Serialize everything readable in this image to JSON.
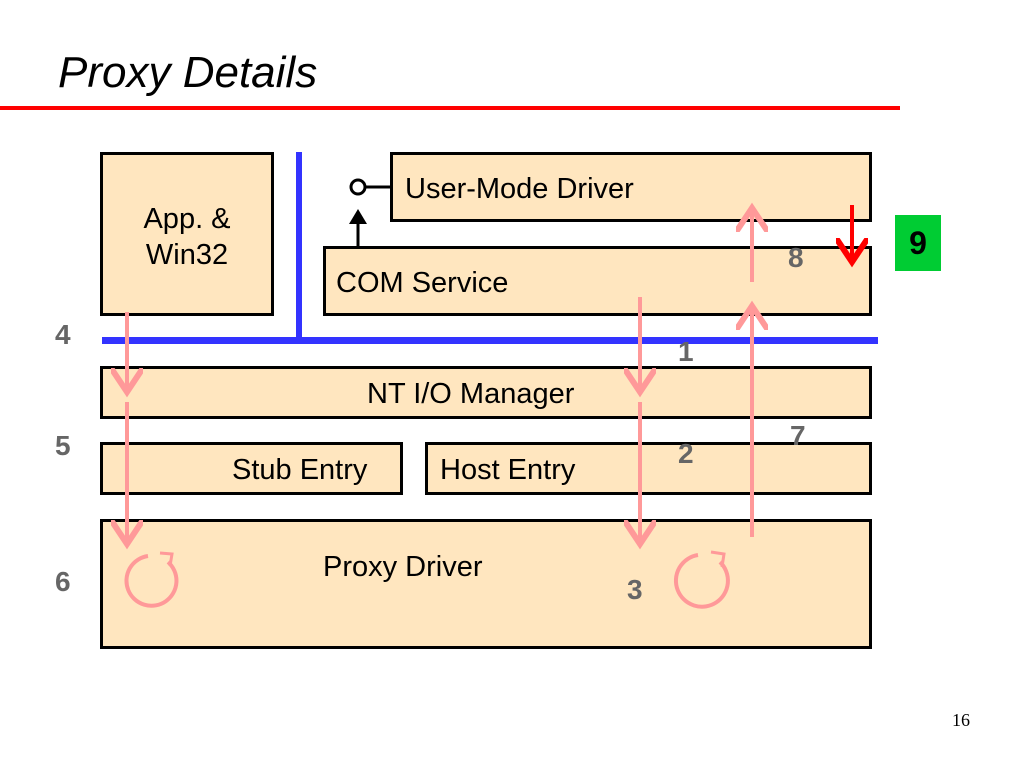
{
  "title": "Proxy Details",
  "boxes": {
    "app": "App. &\nWin32",
    "user_mode_driver": "User-Mode Driver",
    "com_service": "COM Service",
    "nt_io_manager": "NT I/O Manager",
    "stub_entry": "Stub Entry",
    "host_entry": "Host Entry",
    "proxy_driver": "Proxy Driver"
  },
  "step_labels": {
    "s1": "1",
    "s2": "2",
    "s3": "3",
    "s4": "4",
    "s5": "5",
    "s6": "6",
    "s7": "7",
    "s8": "8",
    "s9": "9"
  },
  "colors": {
    "box_fill": "#ffe6bf",
    "flow_arrow": "#ff9999",
    "boundary_line": "#3333ff",
    "step9_arrow": "#ff0000",
    "step9_badge": "#00cc33",
    "title_rule": "#ff0000"
  },
  "page_number": "16"
}
